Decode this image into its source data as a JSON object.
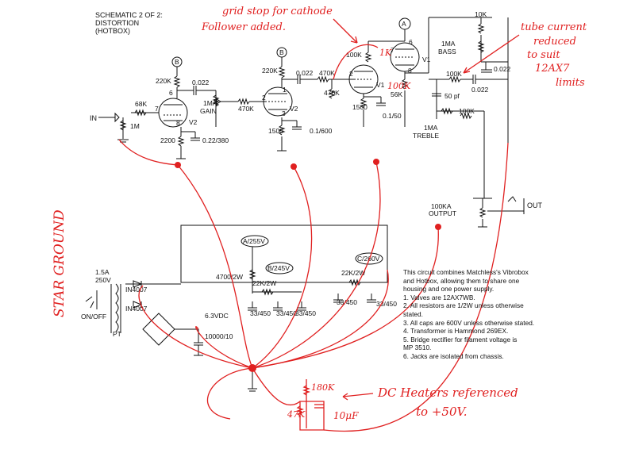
{
  "title": [
    "SCHEMATIC 2 OF 2:",
    "DISTORTION",
    "(HOTBOX)"
  ],
  "components": {
    "r220k_a": "220K",
    "c022_a": "0.022",
    "r68k": "68K",
    "in": "IN",
    "r1m": "1M",
    "v2a": "V2",
    "r2200": "2200",
    "c022_380": "0.22/380",
    "gain": "1MA",
    "gain2": "GAIN",
    "r470k_a": "470K",
    "r220k_b": "220K",
    "v2b": "V2",
    "r1500_a": "1500",
    "c01_600": "0.1/600",
    "c022_b": "0.022",
    "r470k_b": "470K",
    "r470k_c": "470K",
    "r100k_a": "100K",
    "r1k": "1K",
    "v1a": "V1",
    "v1b": "V1",
    "r1500_b": "1500",
    "c01_50": "0.1/50",
    "r56k": "56K",
    "r10k": "10K",
    "bass": "1MA",
    "bass2": "BASS",
    "c0022": "0.022",
    "r100k_b": "100K",
    "c022_c": "0.022",
    "c50p": "50 pf",
    "treble": "1MA",
    "treble2": "TREBLE",
    "r100k_c": "100K",
    "out_pot": "100KA",
    "out_pot2": "OUTPUT",
    "out": "OUT",
    "fuse": "1.5A",
    "fuse2": "250V",
    "diode1": "IN4007",
    "diode2": "IN4007",
    "onoff": "ON/OFF",
    "pt": "PT",
    "v63": "6.3VDC",
    "c10000": "10000/10",
    "a255": "A/255V",
    "b245": "B/245V",
    "c260": "C/260V",
    "r4700": "4700/2W",
    "r22k_a": "22K/2W",
    "r22k_b": "22K/2W",
    "cap1": "33/450",
    "cap2": "33/450",
    "cap3": "33/450",
    "cap4": "33/450",
    "cap5": "33/450",
    "nodeA": "A",
    "nodeB1": "B",
    "nodeB2": "B",
    "pin6a": "6",
    "pin7": "7",
    "pin8a": "8",
    "pin1": "1",
    "pin2": "2",
    "pin3": "3",
    "pin6b": "6",
    "pin7b": "7",
    "pin8b": "8"
  },
  "notes": [
    "This circuit combines Matchless's Vibrobox",
    "and Hotbox, allowing them to share one",
    "housing and one power supply.",
    "1. Valves are 12AX7WB.",
    "2. All resistors are 1/2W unless otherwise",
    "stated.",
    "3. All caps are 600V unless otherwise stated.",
    "4. Transformer is Hammond 269EX.",
    "5. Bridge rectifier for filament voltage is",
    "MP 3510.",
    "6. Jacks are isolated from chassis."
  ],
  "annotations": {
    "grid_stop_1": "grid stop for cathode",
    "grid_stop_2": "Follower added.",
    "tube_1": "tube current",
    "tube_2": "reduced",
    "tube_3": "to suit",
    "tube_4": "12AX7",
    "tube_5": "limits",
    "star_ground": "STAR GROUND",
    "dc_1": "DC Heaters referenced",
    "dc_2": "to +50V.",
    "r180k": "180K",
    "r47k": "47K",
    "c10uf": "10μF",
    "r100k_red": "100K",
    "r1k_red": "1K"
  },
  "colors": {
    "ink": "#111111",
    "markup": "#e02020"
  }
}
